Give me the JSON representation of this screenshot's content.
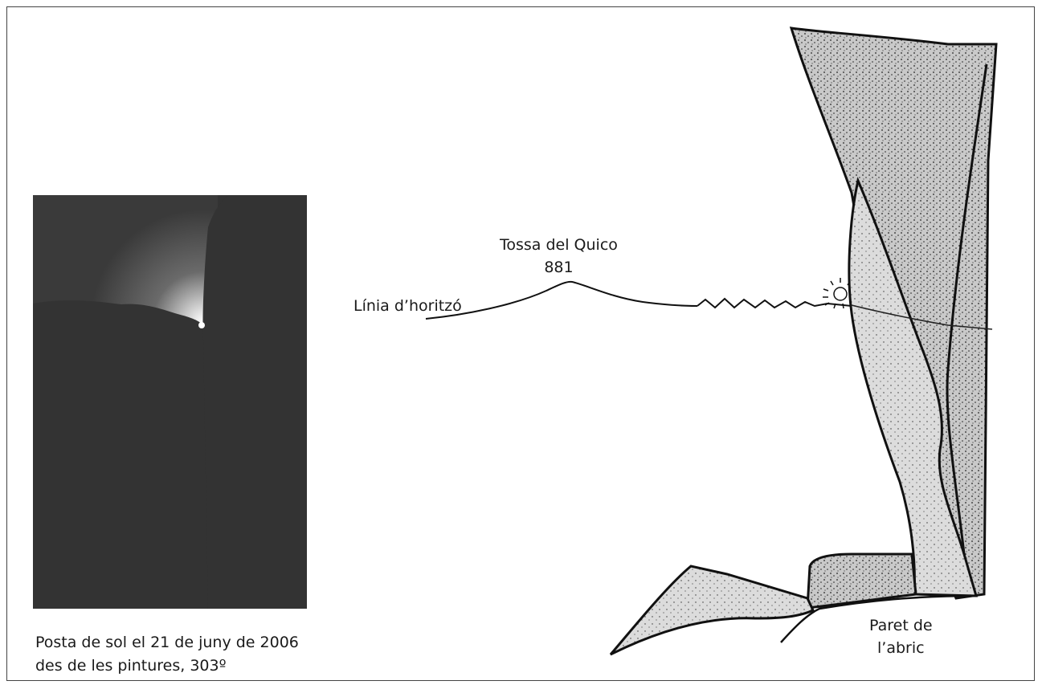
{
  "photo": {
    "caption_line1": "Posta de sol el 21 de juny de 2006",
    "caption_line2": "des de les pintures, 303º"
  },
  "diagram": {
    "peak_name": "Tossa del Quico",
    "peak_elevation": "881",
    "horizon_label": "Línia d’horitzó",
    "wall_label_line1": "Paret de",
    "wall_label_line2": "l’abric"
  },
  "colors": {
    "photo_dark": "#333333",
    "sun_glow": "#ffffff",
    "rock_stipple": "#9a9a9a",
    "ink": "#111111"
  }
}
